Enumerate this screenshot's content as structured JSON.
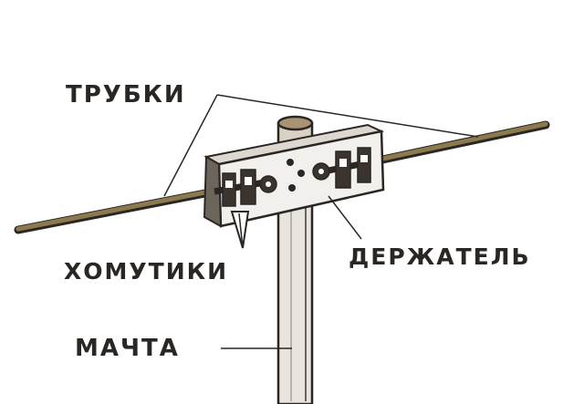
{
  "labels": {
    "tubes": "ТРУБКИ",
    "clamps": "ХОМУТИКИ",
    "holder": "ДЕРЖАТЕЛЬ",
    "mast": "МАЧТА"
  },
  "colors": {
    "ink": "#2a2624",
    "tube": "#8c7a4e",
    "mast": "#e8e4de",
    "plate": "#f2f0ec",
    "paper": "#ffffff"
  }
}
